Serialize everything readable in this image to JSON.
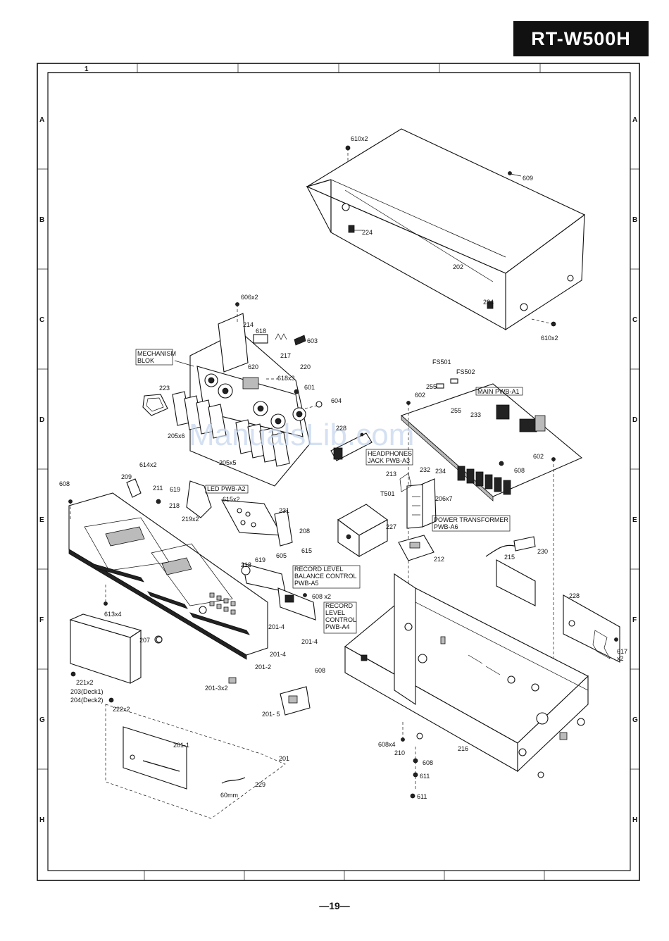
{
  "header": {
    "model": "RT-W500H"
  },
  "frame": {
    "column_labels": [
      "1"
    ],
    "row_labels": [
      "A",
      "B",
      "C",
      "D",
      "E",
      "F",
      "G",
      "H"
    ]
  },
  "watermark": "ManualsLib.com",
  "labels": {
    "p610x2_top": "610x2",
    "p609": "609",
    "p224_a": "224",
    "p202": "202",
    "p224_b": "224",
    "p610x2_bot": "610x2",
    "p606x2": "606x2",
    "p214": "214",
    "p618": "618",
    "p603": "603",
    "p217": "217",
    "p620": "620",
    "p220": "220",
    "mechanism_blok": "MECHANISM\nBLOK",
    "p618x3": "618x3",
    "p223": "223",
    "p601": "601",
    "p604": "604",
    "p205x6": "205x6",
    "p205x5": "205x5",
    "p228_jack": "228",
    "fs501": "FS501",
    "fs502": "FS502",
    "p255_a": "255",
    "p255_b": "255",
    "p602_a": "602",
    "main_pwb": "MAIN PWB-A1",
    "p233": "233",
    "headphones_jack": "HEADPHONES\nJACK PWB-A3",
    "p602_b": "602",
    "p608_r": "608",
    "p234": "234",
    "p213": "213",
    "p232": "232",
    "t501": "T501",
    "p206x7": "206x7",
    "power_transformer": "POWER TRANSFORMER\nPWB-A6",
    "p614x2": "614x2",
    "p608_l": "608",
    "p209": "209",
    "p211": "211",
    "p619_a": "619",
    "p218_a": "218",
    "led_pwb": "LED PWB-A2",
    "p615x2": "615x2",
    "p219x2": "219x2",
    "p231": "231",
    "p208": "208",
    "p227": "227",
    "p615": "615",
    "p619_b": "619",
    "p605": "605",
    "p218_b": "218",
    "record_level_balance": "RECORD LEVEL\nBALANCE CONTROL\nPWB-A5",
    "p212": "212",
    "p215": "215",
    "p230": "230",
    "p608x2": "608 x2",
    "record_level_control": "RECORD\nLEVEL\nCONTROL\nPWB-A4",
    "p228": "228",
    "p613x4": "613x4",
    "p201_4a": "201-4",
    "p201_4b": "201-4",
    "p201_4c": "201-4",
    "p207": "207",
    "p608_c": "608",
    "p617x2": "617\nx2",
    "p221x2": "221x2",
    "p203": "203(Deck1)",
    "p204": "204(Deck2)",
    "p222x2": "222x2",
    "p201_2": "201-2",
    "p201_3x2": "201-3x2",
    "p201_5": "201- 5",
    "p201_1": "201-1",
    "p201": "201",
    "p608x4": "608x4",
    "p210": "210",
    "p216": "216",
    "p608_d": "608",
    "p611_a": "611",
    "p611_b": "611",
    "p229": "229",
    "p60mm": "60mm"
  },
  "footer": {
    "page": "—19—"
  }
}
